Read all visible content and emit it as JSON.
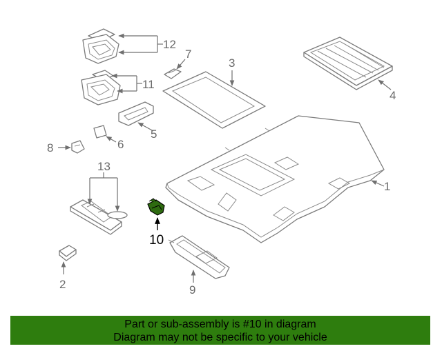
{
  "diagram": {
    "callouts": {
      "c1": "1",
      "c2": "2",
      "c3": "3",
      "c4": "4",
      "c5": "5",
      "c6": "6",
      "c7": "7",
      "c8": "8",
      "c9": "9",
      "c10": "10",
      "c11": "11",
      "c12": "12",
      "c13": "13"
    },
    "highlighted_part": "10",
    "highlight_color": "#2e6b10"
  },
  "footer": {
    "line1": "Part or sub-assembly is #10 in diagram",
    "line2": "Diagram may not be specific to your vehicle",
    "background_color": "#2e7d0e"
  }
}
